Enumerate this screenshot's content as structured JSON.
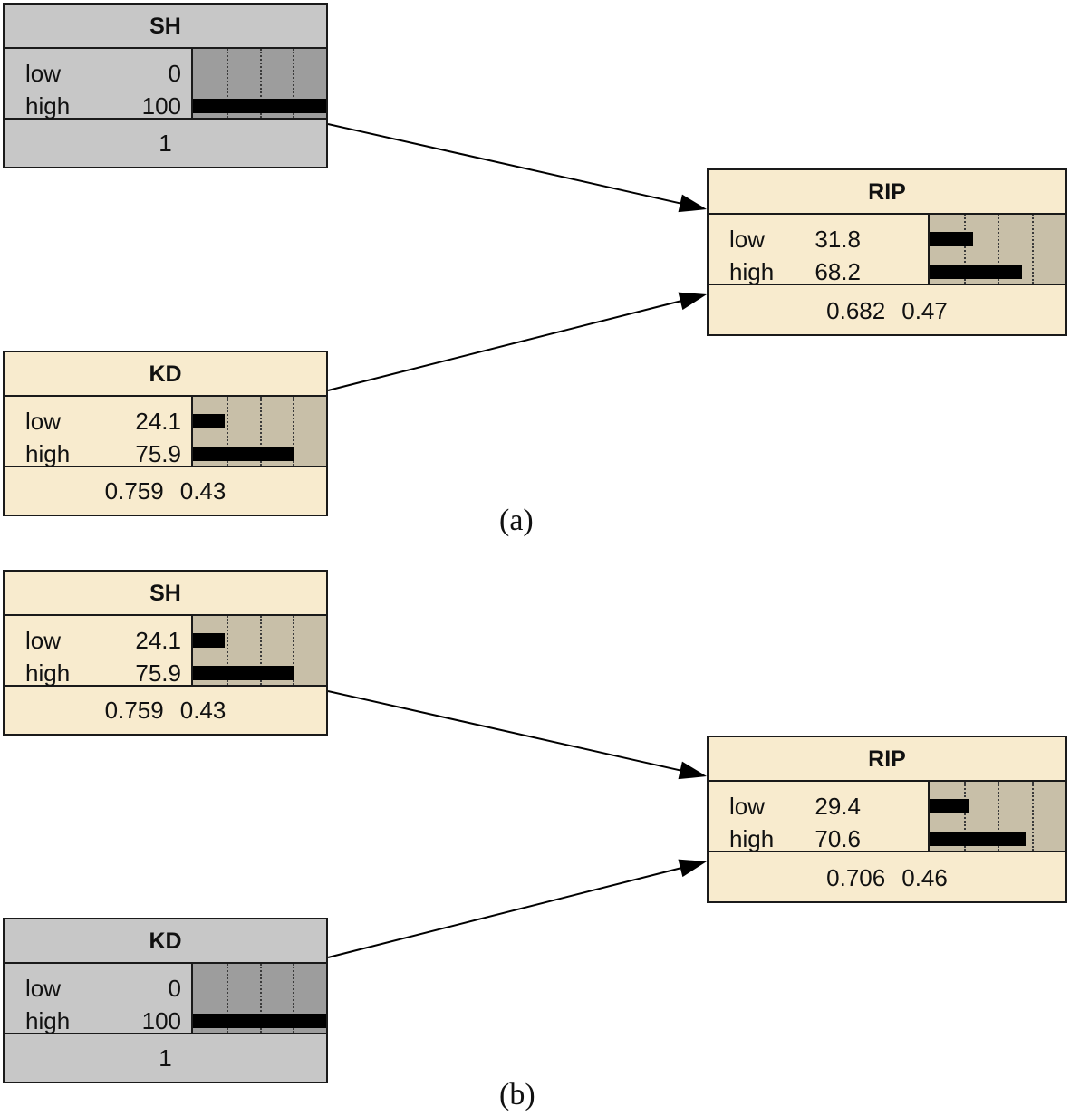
{
  "panels": [
    {
      "label": "(a)",
      "nodes": {
        "sh": {
          "title": "SH",
          "evidence": true,
          "states": [
            {
              "label": "low",
              "value": "0",
              "fraction": 0.0
            },
            {
              "label": "high",
              "value": "100",
              "fraction": 1.0
            }
          ],
          "footer": {
            "mean": "1",
            "sd": ""
          }
        },
        "kd": {
          "title": "KD",
          "evidence": false,
          "states": [
            {
              "label": "low",
              "value": "24.1",
              "fraction": 0.241
            },
            {
              "label": "high",
              "value": "75.9",
              "fraction": 0.759
            }
          ],
          "footer": {
            "mean": "0.759",
            "sd": "0.43"
          }
        },
        "rip": {
          "title": "RIP",
          "evidence": false,
          "states": [
            {
              "label": "low",
              "value": "31.8",
              "fraction": 0.318
            },
            {
              "label": "high",
              "value": "68.2",
              "fraction": 0.682
            }
          ],
          "footer": {
            "mean": "0.682",
            "sd": "0.47"
          }
        }
      }
    },
    {
      "label": "(b)",
      "nodes": {
        "sh": {
          "title": "SH",
          "evidence": false,
          "states": [
            {
              "label": "low",
              "value": "24.1",
              "fraction": 0.241
            },
            {
              "label": "high",
              "value": "75.9",
              "fraction": 0.759
            }
          ],
          "footer": {
            "mean": "0.759",
            "sd": "0.43"
          }
        },
        "kd": {
          "title": "KD",
          "evidence": true,
          "states": [
            {
              "label": "low",
              "value": "0",
              "fraction": 0.0
            },
            {
              "label": "high",
              "value": "100",
              "fraction": 1.0
            }
          ],
          "footer": {
            "mean": "1",
            "sd": ""
          }
        },
        "rip": {
          "title": "RIP",
          "evidence": false,
          "states": [
            {
              "label": "low",
              "value": "29.4",
              "fraction": 0.294
            },
            {
              "label": "high",
              "value": "70.6",
              "fraction": 0.706
            }
          ],
          "footer": {
            "mean": "0.706",
            "sd": "0.46"
          }
        }
      }
    }
  ],
  "edges": [
    {
      "from": "sh",
      "to": "rip"
    },
    {
      "from": "kd",
      "to": "rip"
    }
  ],
  "colors": {
    "evidence_fill": "#c7c7c7",
    "node_fill": "#f8ebce",
    "bar": "#000000"
  }
}
